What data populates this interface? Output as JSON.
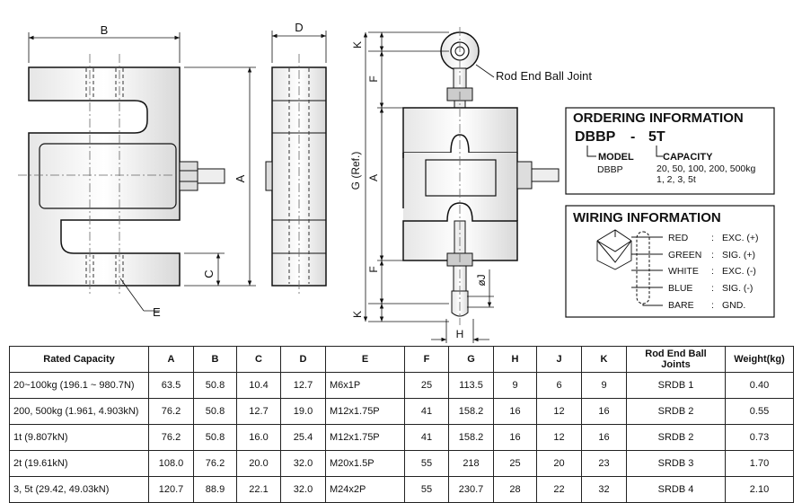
{
  "drawing": {
    "dims": {
      "B": "B",
      "D": "D",
      "A_front": "A",
      "C": "C",
      "E": "E",
      "K_top": "K",
      "F_top": "F",
      "G": "G (Ref.)",
      "A_side": "A",
      "F_bottom": "F",
      "K_bottom": "K",
      "J": "øJ",
      "H": "H"
    },
    "callout": "Rod End Ball Joint"
  },
  "ordering": {
    "title": "ORDERING INFORMATION",
    "code_model": "DBBP",
    "code_dash": "-",
    "code_capacity": "5T",
    "model_label": "MODEL",
    "model_value": "DBBP",
    "capacity_label": "CAPACITY",
    "capacity_values_1": "20, 50, 100, 200, 500kg",
    "capacity_values_2": "1, 2, 3, 5t"
  },
  "wiring": {
    "title": "WIRING INFORMATION",
    "rows": [
      {
        "color": "RED",
        "sep": ":",
        "signal": "EXC. (+)"
      },
      {
        "color": "GREEN",
        "sep": ":",
        "signal": "SIG. (+)"
      },
      {
        "color": "WHITE",
        "sep": ":",
        "signal": "EXC. (-)"
      },
      {
        "color": "BLUE",
        "sep": ":",
        "signal": "SIG. (-)"
      },
      {
        "color": "BARE",
        "sep": ":",
        "signal": "GND."
      }
    ]
  },
  "table": {
    "headers": [
      "Rated Capacity",
      "A",
      "B",
      "C",
      "D",
      "E",
      "F",
      "G",
      "H",
      "J",
      "K",
      "Rod End Ball Joints",
      "Weight(kg)"
    ],
    "rows": [
      [
        "20~100kg (196.1 ~ 980.7N)",
        "63.5",
        "50.8",
        "10.4",
        "12.7",
        "M6x1P",
        "25",
        "113.5",
        "9",
        "6",
        "9",
        "SRDB 1",
        "0.40"
      ],
      [
        "200, 500kg (1.961, 4.903kN)",
        "76.2",
        "50.8",
        "12.7",
        "19.0",
        "M12x1.75P",
        "41",
        "158.2",
        "16",
        "12",
        "16",
        "SRDB 2",
        "0.55"
      ],
      [
        "1t (9.807kN)",
        "76.2",
        "50.8",
        "16.0",
        "25.4",
        "M12x1.75P",
        "41",
        "158.2",
        "16",
        "12",
        "16",
        "SRDB 2",
        "0.73"
      ],
      [
        "2t (19.61kN)",
        "108.0",
        "76.2",
        "20.0",
        "32.0",
        "M20x1.5P",
        "55",
        "218",
        "25",
        "20",
        "23",
        "SRDB 3",
        "1.70"
      ],
      [
        "3, 5t (29.42, 49.03kN)",
        "120.7",
        "88.9",
        "22.1",
        "32.0",
        "M24x2P",
        "55",
        "230.7",
        "28",
        "22",
        "32",
        "SRDB 4",
        "2.10"
      ]
    ]
  }
}
